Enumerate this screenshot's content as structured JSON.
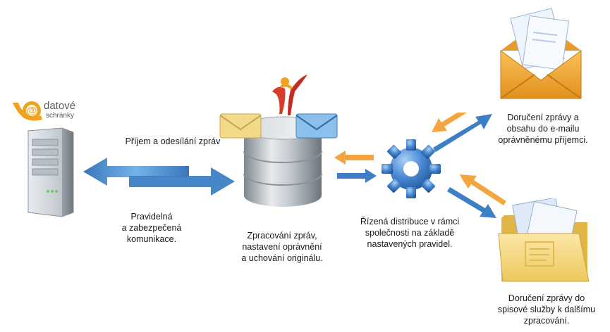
{
  "logo": {
    "brand_line1": "datové",
    "brand_line2": "schránky",
    "symbol": "@",
    "icon": "at-sign-envelope-logo"
  },
  "labels": {
    "transfer": "Příjem a odesílání zpráv",
    "secure_line1": "Pravidelná",
    "secure_line2": "a zabezpečená",
    "secure_line3": "komunikace.",
    "processing_line1": "Zpracování zpráv,",
    "processing_line2": "nastavení oprávnění",
    "processing_line3": "a uchování originálu.",
    "distribution_line1": "Řízená distribuce v rámci",
    "distribution_line2": "společnosti na základě",
    "distribution_line3": "nastavených pravidel.",
    "email_line1": "Doručení zprávy a",
    "email_line2": "obsahu do e-mailu",
    "email_line3": "oprávněnému příjemci.",
    "filing_line1": "Doručení zprávy do",
    "filing_line2": "spisové služby k dalšímu",
    "filing_line3": "zpracování."
  },
  "icons": {
    "server": "server-icon",
    "database": "database-icon",
    "gear": "gear-icon",
    "mail": "open-envelope-icon",
    "folder": "folder-documents-icon"
  },
  "colors": {
    "arrow_blue": "#3d7fc4",
    "arrow_orange": "#f3a640",
    "logo_orange": "#f0a21f",
    "gear_blue": "#3f7fcf"
  }
}
